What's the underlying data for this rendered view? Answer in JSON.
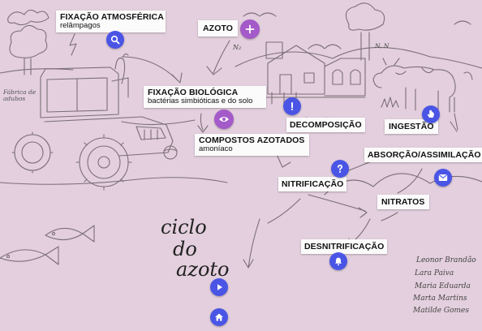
{
  "colors": {
    "hotspot": "#4a55e6",
    "hotspot_purple": "#a45ac8",
    "label_bg": "#fbfbfb",
    "paper": "#e3cfdd"
  },
  "labels": {
    "fixacao_atmosferica": {
      "title": "FIXAÇÃO ATMOSFÉRICA",
      "subtitle": "relâmpagos"
    },
    "azoto": {
      "title": "AZOTO"
    },
    "fixacao_biologica": {
      "title": "FIXAÇÃO BIOLÓGICA",
      "subtitle": "bactérias simbióticas e do solo"
    },
    "compostos_azotados": {
      "title": "COMPOSTOS AZOTADOS",
      "subtitle": "amoníaco"
    },
    "decomposicao": {
      "title": "DECOMPOSIÇÃO"
    },
    "ingestao": {
      "title": "INGESTÃO"
    },
    "absorcao": {
      "title": "ABSORÇÃO/ASSIMILAÇÃO"
    },
    "nitrificacao": {
      "title": "NITRIFICAÇÃO"
    },
    "nitratos": {
      "title": "NITRATOS"
    },
    "desnitrificacao": {
      "title": "DESNITRIFICAÇÃO"
    }
  },
  "drawing_title": [
    "ciclo",
    "do",
    "azoto"
  ],
  "signatures": [
    "Leonor Brandão",
    "Lara Paiva",
    "Maria Eduarda",
    "Marta Martins",
    "Matilde Gomes"
  ],
  "sketch_text": {
    "n2": "N₂",
    "factory": "Fábrica de adubos",
    "nn": "N, N"
  },
  "hotspots": {
    "search": "search-icon",
    "plus": "plus-icon",
    "eye": "eye-icon",
    "alert": "exclamation-icon",
    "hand": "hand-pointer-icon",
    "question": "question-icon",
    "mail": "envelope-icon",
    "bell": "bell-icon",
    "play": "play-icon",
    "home": "home-icon"
  }
}
